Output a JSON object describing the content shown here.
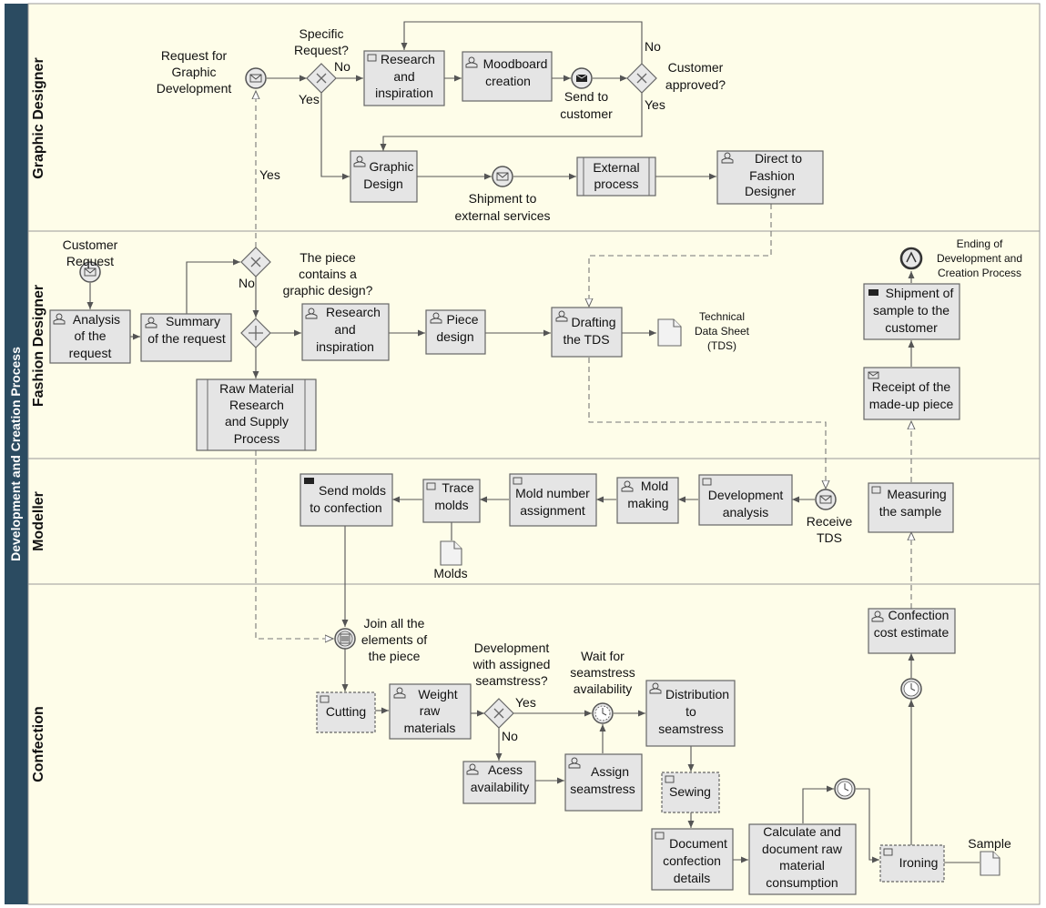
{
  "pool": {
    "title": "Development and Creation Process"
  },
  "lanes": {
    "graphic_designer": "Graphic Designer",
    "fashion_designer": "Fashion Designer",
    "modeller": "Modeller",
    "confection": "Confection"
  },
  "gd": {
    "start_event": [
      "Request for",
      "Graphic",
      "Development"
    ],
    "gw_specific": [
      "Specific",
      "Request?"
    ],
    "no1": "No",
    "yes1": "Yes",
    "research": [
      "Research",
      "and",
      "inspiration"
    ],
    "moodboard": [
      "Moodboard",
      "creation"
    ],
    "send_customer": [
      "Send to",
      "customer"
    ],
    "gw_approved": [
      "Customer",
      "approved?"
    ],
    "no2": "No",
    "yes2": "Yes",
    "graphic_design": [
      "Graphic",
      "Design"
    ],
    "shipment_ext": [
      "Shipment to",
      "external services"
    ],
    "external_process": [
      "External",
      "process"
    ],
    "direct_fd": [
      "Direct to",
      "Fashion",
      "Designer"
    ],
    "yes_link": "Yes"
  },
  "fd": {
    "customer_request": [
      "Customer",
      "Request"
    ],
    "analysis": [
      "Analysis",
      "of the",
      "request"
    ],
    "summary": [
      "Summary",
      "of the request"
    ],
    "gw_no": "No",
    "gw_graphic": [
      "The piece",
      "contains a",
      "graphic design?"
    ],
    "research": [
      "Research",
      "and",
      "inspiration"
    ],
    "piece_design": [
      "Piece",
      "design"
    ],
    "drafting": [
      "Drafting",
      "the TDS"
    ],
    "tds_doc": [
      "Technical",
      "Data Sheet",
      "(TDS)"
    ],
    "raw_material": [
      "Raw Material",
      "Research",
      "and Supply",
      "Process"
    ],
    "ending": [
      "Ending of",
      "Development and",
      "Creation Process"
    ],
    "shipment_sample": [
      "Shipment of",
      "sample to the",
      "customer"
    ],
    "receipt": [
      "Receipt of the",
      "made-up piece"
    ]
  },
  "mo": {
    "send_molds": [
      "Send molds",
      "to confection"
    ],
    "trace": [
      "Trace",
      "molds"
    ],
    "molds_doc": "Molds",
    "mold_number": [
      "Mold number",
      "assignment"
    ],
    "mold_making": [
      "Mold",
      "making"
    ],
    "dev_analysis": [
      "Development",
      "analysis"
    ],
    "receive_tds": [
      "Receive",
      "TDS"
    ],
    "measuring": [
      "Measuring",
      "the sample"
    ]
  },
  "co": {
    "join": [
      "Join all the",
      "elements of",
      "the piece"
    ],
    "cutting": "Cutting",
    "weight": [
      "Weight",
      "raw",
      "materials"
    ],
    "gw_dev": [
      "Development",
      "with assigned",
      "seamstress?"
    ],
    "yes": "Yes",
    "no": "No",
    "wait": [
      "Wait for",
      "seamstress",
      "availability"
    ],
    "distribution": [
      "Distribution",
      "to",
      "seamstress"
    ],
    "access": [
      "Acess",
      "availability"
    ],
    "assign": [
      "Assign",
      "seamstress"
    ],
    "sewing": "Sewing",
    "document": [
      "Document",
      "confection",
      "details"
    ],
    "calculate": [
      "Calculate and",
      "document raw",
      "material",
      "consumption"
    ],
    "ironing": "Ironing",
    "sample_doc": "Sample",
    "cost_estimate": [
      "Confection",
      "cost estimate"
    ]
  }
}
